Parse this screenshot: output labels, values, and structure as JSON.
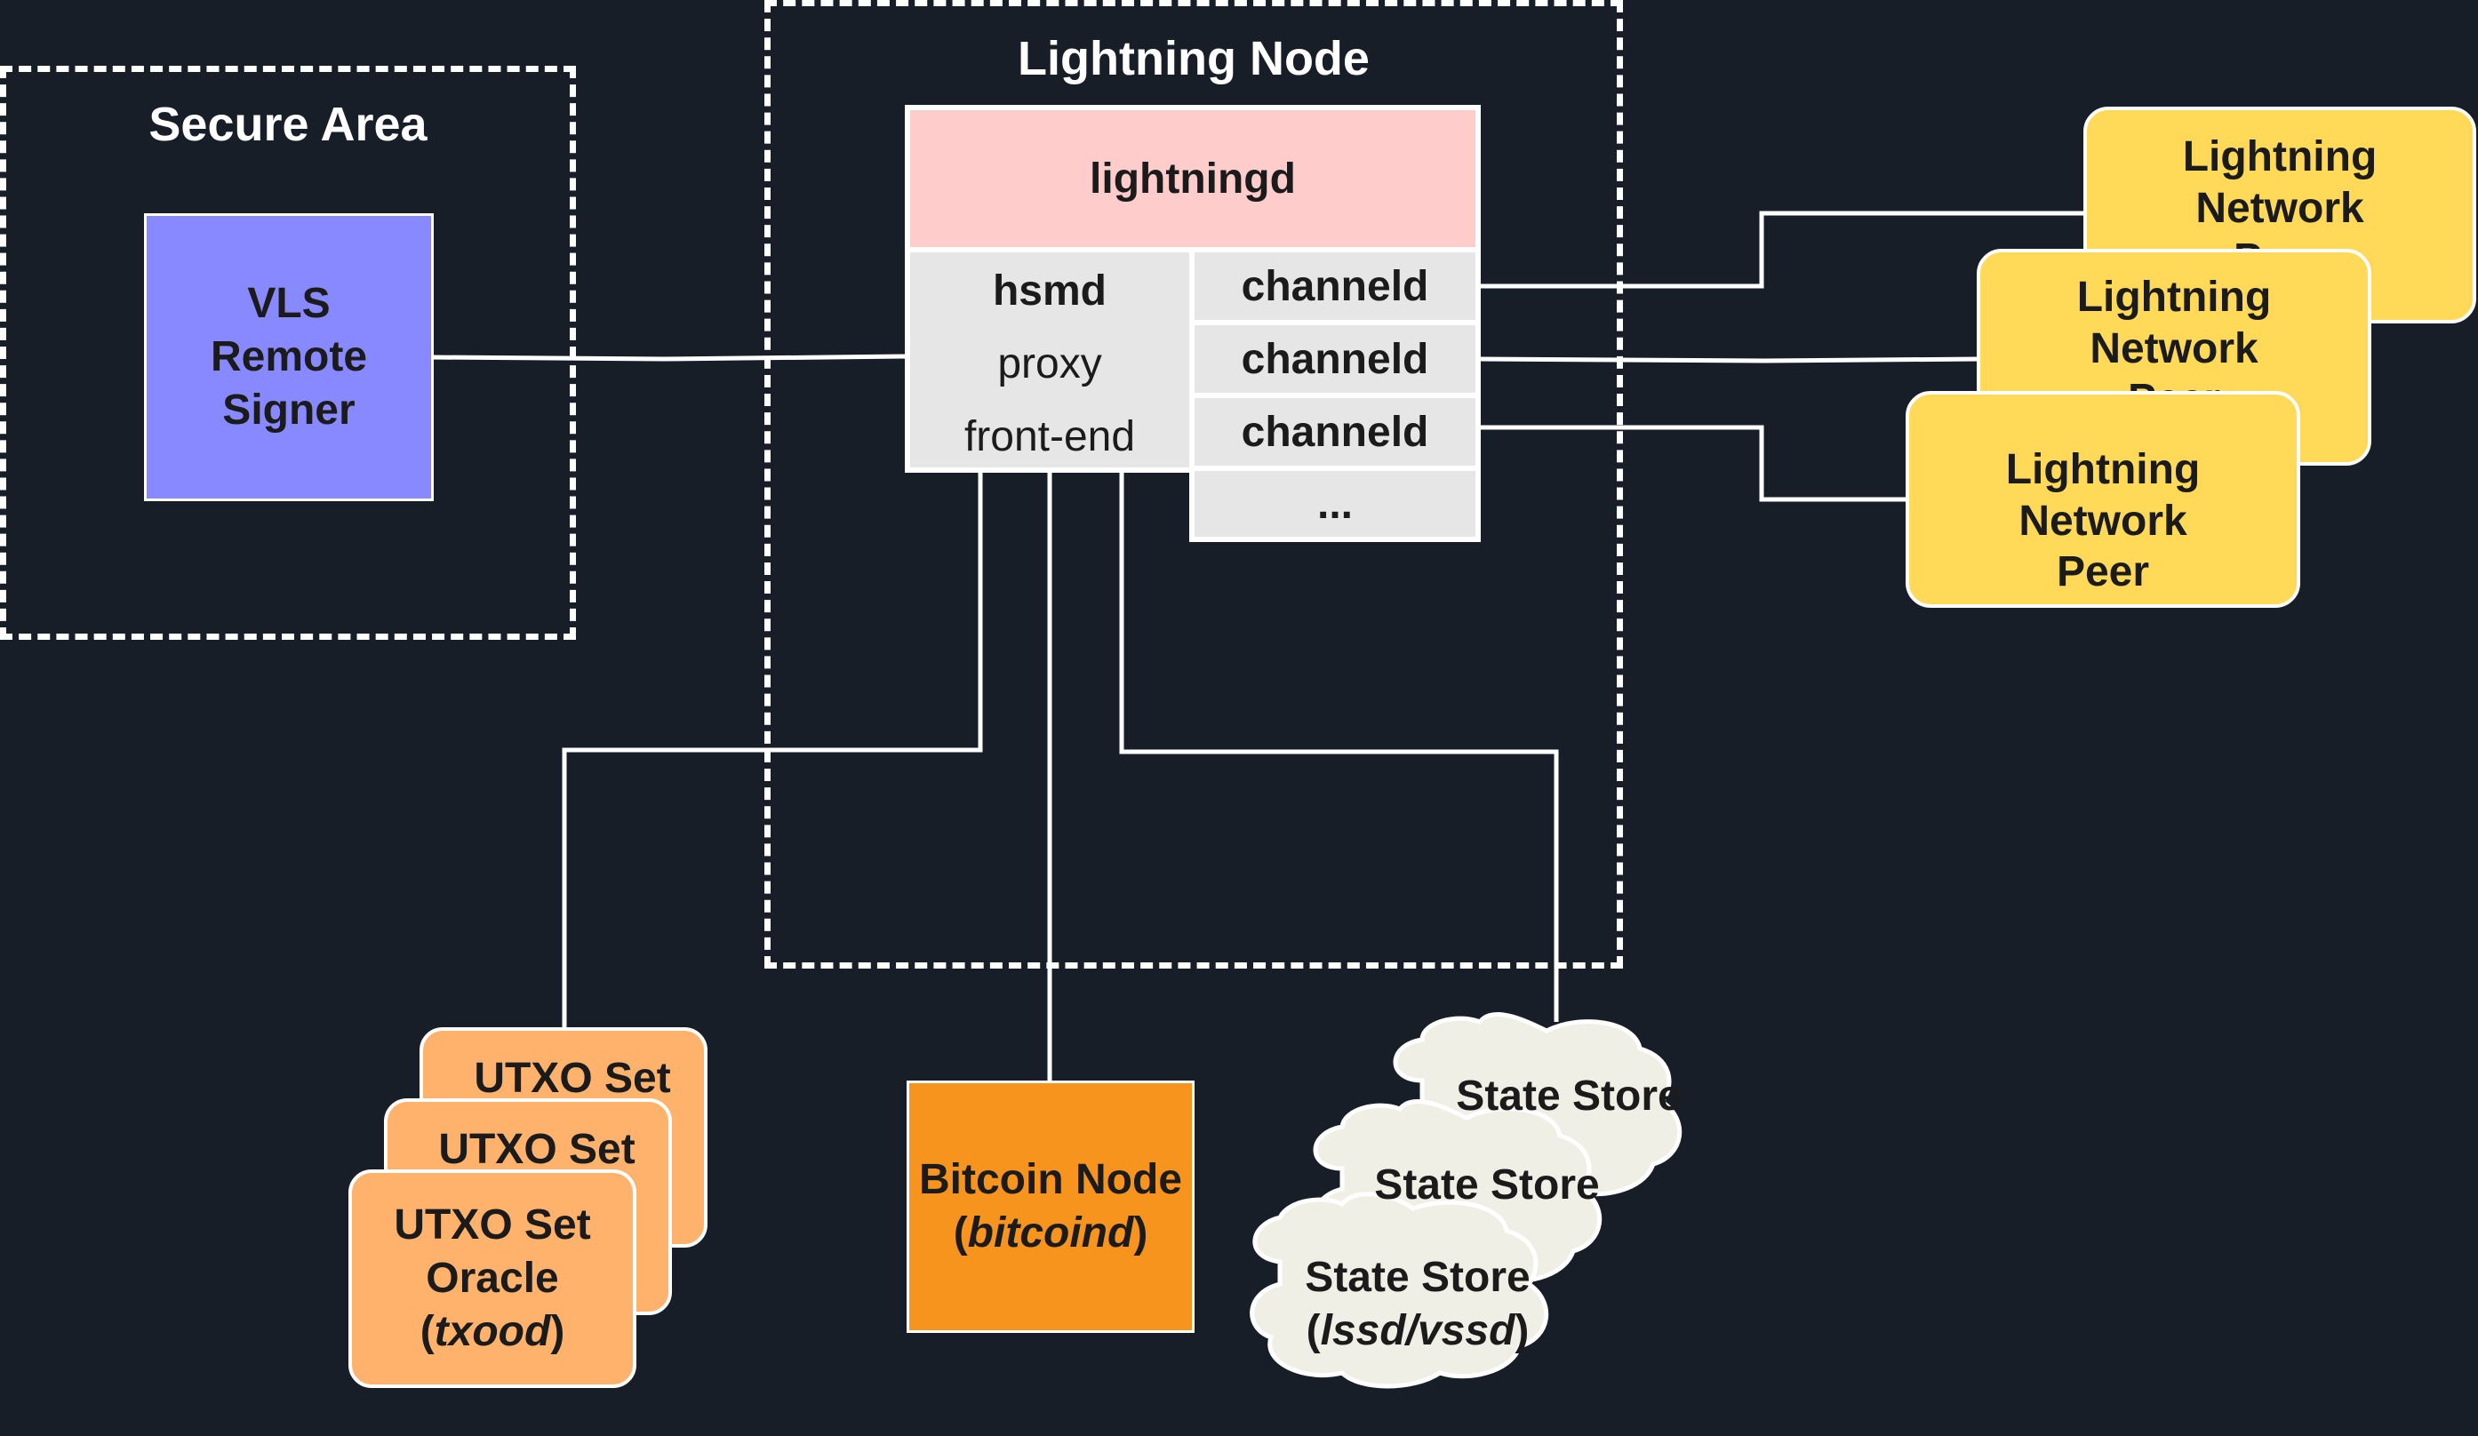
{
  "regions": {
    "secure_area": "Secure Area",
    "lightning_node": "Lightning Node"
  },
  "signer": {
    "line1": "VLS",
    "line2": "Remote",
    "line3": "Signer"
  },
  "lightningd": "lightningd",
  "hsmd": {
    "line1": "hsmd",
    "line2": "proxy",
    "line3": "front-end"
  },
  "channels": [
    "channeld",
    "channeld",
    "channeld",
    "..."
  ],
  "peers": [
    {
      "line1": "Lightning Network",
      "line2": "Peer"
    },
    {
      "line1": "Lightning Network",
      "line2": "Peer"
    },
    {
      "line1": "Lightning Network",
      "line2": "Peer"
    }
  ],
  "utxo": {
    "back1": "UTXO Set",
    "back2": "UTXO Set",
    "front_line1": "UTXO Set",
    "front_line2": "Oracle",
    "front_paren_open": "(",
    "front_italic": "txood",
    "front_paren_close": ")"
  },
  "bitcoin": {
    "line1": "Bitcoin Node",
    "paren_open": "(",
    "italic": "bitcoind",
    "paren_close": ")"
  },
  "state_store": {
    "back1": "State Store",
    "back2": "State Store",
    "front_line1": "State Store",
    "paren_open": "(",
    "italic": "lssd/vssd",
    "paren_close": ")"
  },
  "colors": {
    "background": "#171e28",
    "signer": "#8888ff",
    "lightningd": "#ffcccc",
    "component": "#e6e6e6",
    "peer": "#ffd957",
    "utxo": "#ffb26b",
    "bitcoin": "#f7941d",
    "cloud": "#f0efe6"
  }
}
